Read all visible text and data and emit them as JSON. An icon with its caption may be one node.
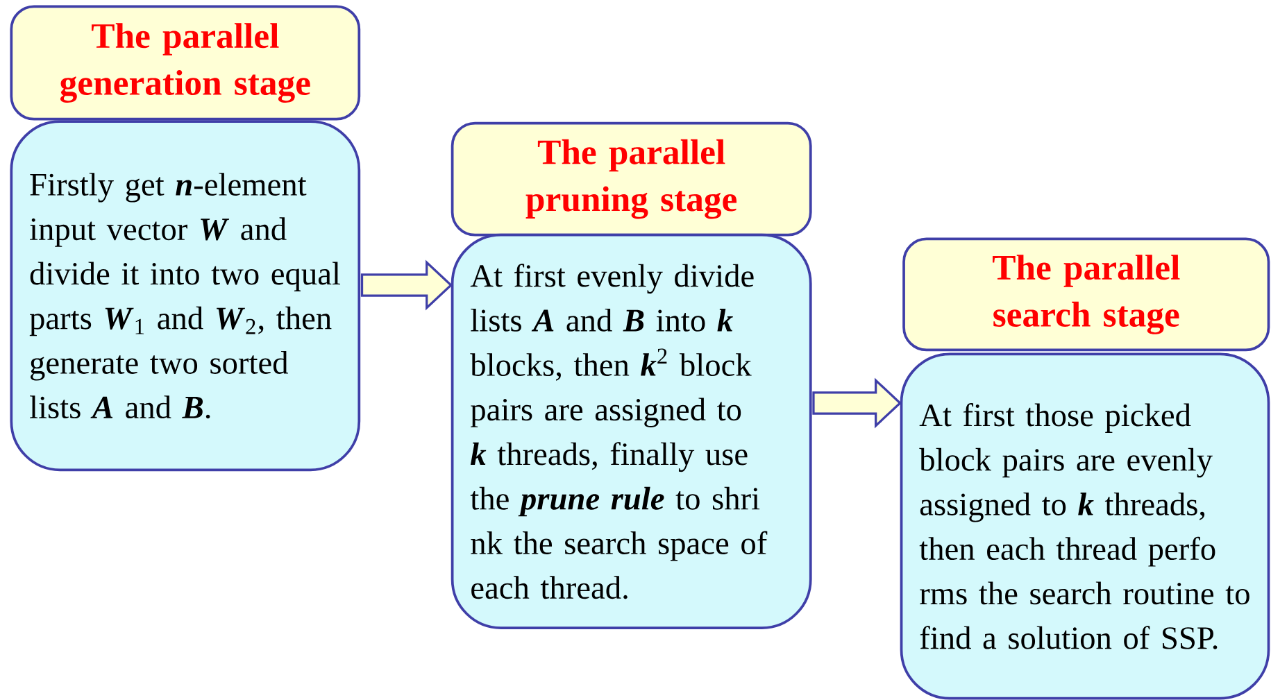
{
  "diagram": {
    "nodes": [
      {
        "text": [
          "The parallel generation stage"
        ]
      },
      {
        "text": [
          "Firstly get **n**-element input vector **W** and divide it into two equal parts **W**$_{1}$ and **W**$_{2}$, then generate two sorted lists **A** and **B**."
        ]
      },
      {
        "text": [
          "The parallel pruning stage"
        ]
      },
      {
        "text": [
          "At first evenly divide lists **A** and **B** into **k** blocks, then **k**$^{2}$ block pairs are assigned to **k** threads, finally use the **prune rule** to shri nk the search space of each thread."
        ]
      },
      {
        "text": [
          "The parallel search stage"
        ]
      },
      {
        "text": [
          "At first those picked block pairs are evenly assigned to **k** threads, then each thread perfo rms the search routine to find a solution of SSP."
        ]
      }
    ],
    "edges": [
      {
        "from": 1,
        "to": 3,
        "arrow": "to"
      },
      {
        "from": 3,
        "to": 5,
        "arrow": "to"
      }
    ]
  }
}
